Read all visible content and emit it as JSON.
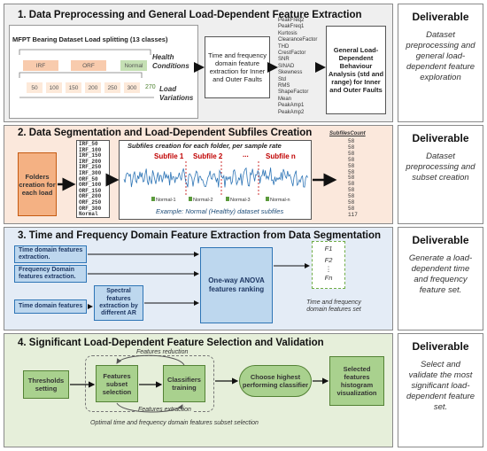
{
  "s1": {
    "title": "1. Data Preprocessing and General Load-Dependent Feature Extraction",
    "dataset_label": "MFPT Bearing Dataset Load splitting  (13 classes)",
    "conditions": [
      "IRF",
      "ORF",
      "Normal"
    ],
    "health_label": "Health\nConditions",
    "loads": [
      "50",
      "100",
      "150",
      "200",
      "250",
      "300"
    ],
    "load_270": "270",
    "load_label": "Load\nVariations",
    "extraction_box": "Time and frequency domain feature extraction for Inner and Outer Faults",
    "features": [
      "PeakFreq2",
      "PeakFreq1",
      "Kurtosis",
      "ClearanceFactor",
      "THD",
      "CrestFactor",
      "SNR",
      "SINAD",
      "Skewness",
      "Std",
      "RMS",
      "ShapeFactor",
      "Mean",
      "PeakAmp1",
      "PeakAmp2"
    ],
    "analysis_box": "General Load-Dependent Behaviour Analysis (std and range) for Inner and Outer Faults"
  },
  "s2": {
    "title": "2. Data Segmentation and Load-Dependent Subfiles Creation",
    "folders_box": "Folders creation for each load",
    "file_list": [
      "IRF_50",
      "IRF_100",
      "IRF_150",
      "IRF_200",
      "IRF_250",
      "IRF_300",
      "ORF_50",
      "ORF_100",
      "ORF_150",
      "ORF_200",
      "ORF_250",
      "ORF_300",
      "Normal"
    ],
    "subfiles_caption": "Subfiles creation for each folder, per sample rate",
    "subfile_labels": [
      "Subfile 1",
      "Subfile 2",
      "...",
      "Subfile n"
    ],
    "normal_tags": [
      "Normal-1",
      "Normal-2",
      "Normal-3",
      "Normal-n"
    ],
    "example_caption": "Example: Normal (Healthy) dataset subfiles",
    "count_header": "SubfilesCount",
    "counts": [
      "58",
      "58",
      "58",
      "58",
      "58",
      "58",
      "58",
      "58",
      "58",
      "58",
      "58",
      "58",
      "117"
    ]
  },
  "s3": {
    "title": "3. Time and Frequency Domain Feature Extraction from Data Segmentation",
    "inputs": [
      "Time domain features extraction.",
      "Frequency Domain features extraction.",
      "Time domain features"
    ],
    "spectral_box": "Spectral features extraction by different AR",
    "anova_box": "One-way ANOVA features ranking",
    "feature_set": [
      "F1",
      "F2",
      "⋮",
      "Fn"
    ],
    "feature_set_caption": "Time and frequency domain features set"
  },
  "s4": {
    "title": "4. Significant Load-Dependent Feature Selection and Validation",
    "thresholds": "Thresholds setting",
    "subset_selection": "Features subset selection",
    "classifiers_training": "Classifiers training",
    "reduction_label": "Features reduction",
    "extraction_label": "Features extraction",
    "optimal_caption": "Optimal time and frequency domain features subset selection",
    "choose_classifier": "Choose highest performing classifier",
    "histogram": "Selected features histogram visualization"
  },
  "deliverables": [
    {
      "heading": "Deliverable",
      "text": "Dataset preprocessing and general load-dependent feature exploration"
    },
    {
      "heading": "Deliverable",
      "text": "Dataset preprocessing and subset creation"
    },
    {
      "heading": "Deliverable",
      "text": "Generate a load-dependent time and frequency feature set."
    },
    {
      "heading": "Deliverable",
      "text": "Select and validate the most significant load-dependent feature set."
    }
  ],
  "colors": {
    "orange": "#f4b183",
    "blue": "#bdd7ee",
    "green": "#a9d18e",
    "subfile_red": "#c00000",
    "signal_blue": "#2e75b6"
  }
}
